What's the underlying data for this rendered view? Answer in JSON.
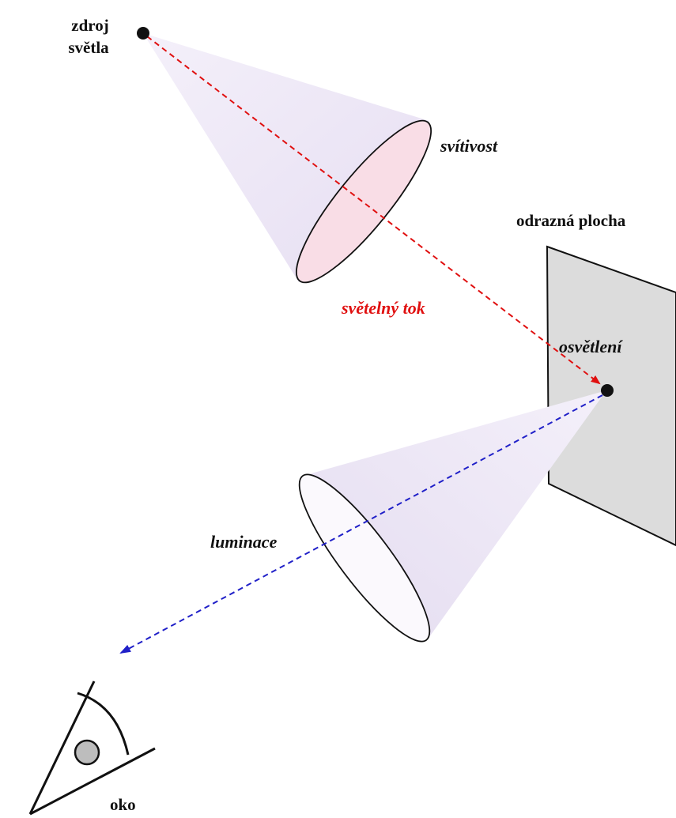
{
  "labels": {
    "source_line1": "zdroj",
    "source_line2": "světla",
    "intensity": "svítivost",
    "surface": "odrazná plocha",
    "flux": "světelný tok",
    "illuminance": "osvětlení",
    "luminance": "luminace",
    "eye": "oko"
  },
  "colors": {
    "flux_arrow": "#e01010",
    "luminance_arrow": "#2020c8",
    "cone_fill": "#ece6f5",
    "ellipse_fill_top": "#f9dde6",
    "surface_fill": "#dcdcdc",
    "outline": "#111111"
  },
  "icons": {
    "source_point": "light-source-dot",
    "eye": "eye-icon"
  }
}
